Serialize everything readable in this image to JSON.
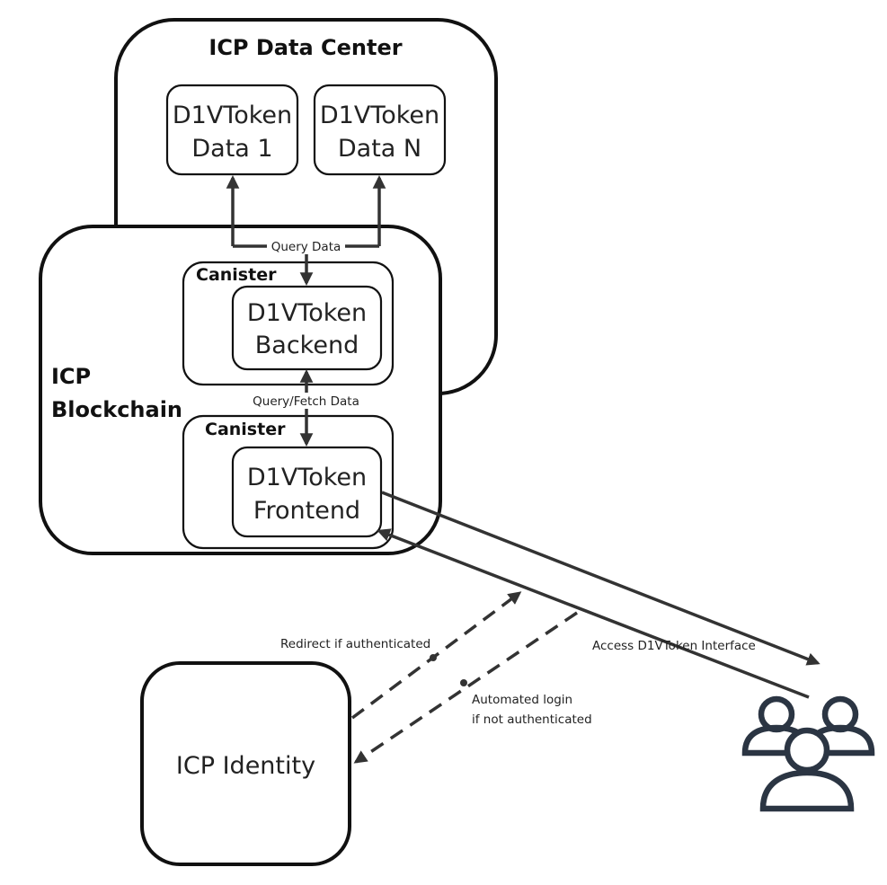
{
  "data_center": {
    "title": "ICP Data Center"
  },
  "data_boxes": {
    "first": {
      "line1": "D1VToken",
      "line2": "Data 1"
    },
    "last": {
      "line1": "D1VToken",
      "line2": "Data N"
    }
  },
  "blockchain": {
    "title_line1": "ICP",
    "title_line2": "Blockchain"
  },
  "backend_canister": {
    "label": "Canister",
    "line1": "D1VToken",
    "line2": "Backend"
  },
  "frontend_canister": {
    "label": "Canister",
    "line1": "D1VToken",
    "line2": "Frontend"
  },
  "identity": {
    "label": "ICP Identity"
  },
  "edges": {
    "query_data": "Query Data",
    "query_fetch": "Query/Fetch Data",
    "redirect": "Redirect if authenticated",
    "login_line1": "Automated login",
    "login_line2": "if not authenticated",
    "access": "Access D1VToken Interface"
  },
  "icons": {
    "users": "users-icon"
  }
}
